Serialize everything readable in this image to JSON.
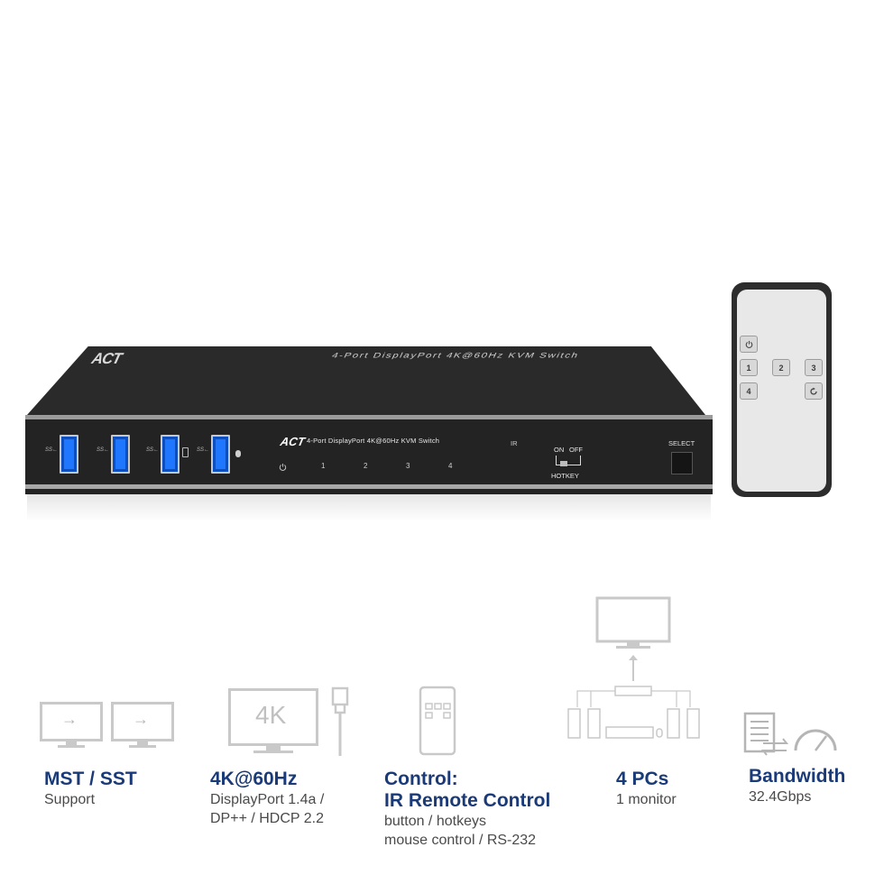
{
  "product": {
    "top_brand": "ACT",
    "top_title": "4-Port DisplayPort 4K@60Hz KVM Switch",
    "front_brand": "ACT",
    "front_title": "4-Port DisplayPort 4K@60Hz KVM Switch",
    "usb_tag": "SS←",
    "power_icon": "power-icon",
    "ports": [
      "1",
      "2",
      "3",
      "4"
    ],
    "ir_label": "IR",
    "hotkey_on": "ON",
    "hotkey_off": "OFF",
    "hotkey_label": "HOTKEY",
    "select_label": "SELECT"
  },
  "remote": {
    "buttons": [
      "1",
      "2",
      "3",
      "4"
    ],
    "power_icon": "power-icon",
    "cycle_icon": "cycle-icon"
  },
  "features": [
    {
      "title": "MST / SST",
      "lines": [
        "Support"
      ],
      "icon": "dual-monitor-icon"
    },
    {
      "title": "4K@60Hz",
      "lines": [
        "DisplayPort 1.4a /",
        "DP++ / HDCP 2.2"
      ],
      "icon": "4k-monitor-icon",
      "icon_text": "4K"
    },
    {
      "title_lines": [
        "Control:",
        "IR Remote Control"
      ],
      "lines": [
        "button / hotkeys",
        "mouse control / RS-232"
      ],
      "icon": "remote-icon"
    },
    {
      "title": "4 PCs",
      "lines": [
        "1 monitor"
      ],
      "icon": "four-pc-diagram-icon"
    },
    {
      "title": "Bandwidth",
      "lines": [
        "32.4Gbps"
      ],
      "icon": "bandwidth-icon"
    }
  ],
  "colors": {
    "title_blue": "#1a3a78",
    "usb_blue": "#1f77ff",
    "icon_gray": "#c9c9c9",
    "device_black": "#232323"
  }
}
